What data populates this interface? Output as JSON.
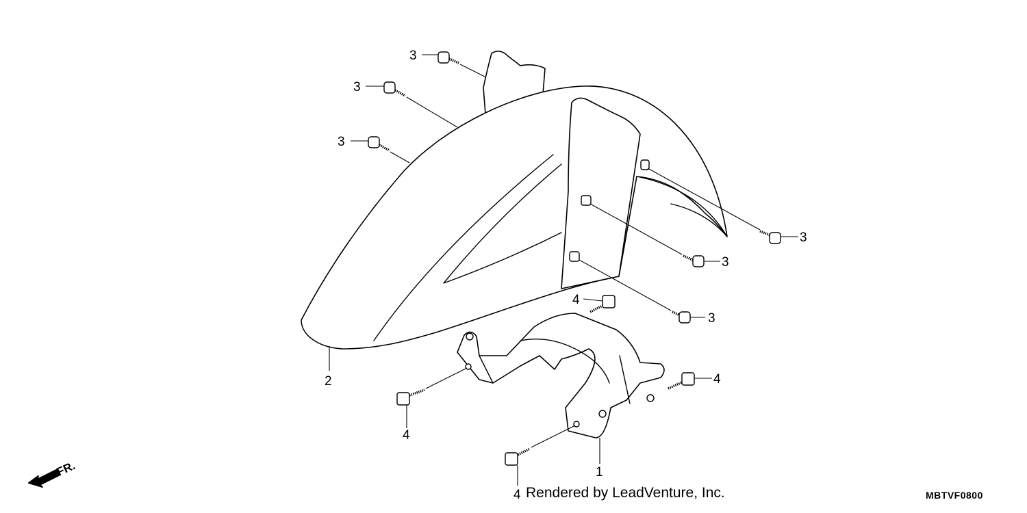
{
  "diagram": {
    "parts": [
      {
        "ref": "1",
        "name": "front-fender-stay"
      },
      {
        "ref": "2",
        "name": "front-fender"
      },
      {
        "ref": "3",
        "name": "fender-screw"
      },
      {
        "ref": "4",
        "name": "stay-bolt"
      }
    ],
    "callouts": {
      "c1": "1",
      "c2": "2",
      "c3": [
        "3",
        "3",
        "3",
        "3",
        "3",
        "3"
      ],
      "c4": [
        "4",
        "4",
        "4",
        "4"
      ]
    },
    "direction_label": "FR.",
    "credit": "Rendered by LeadVenture, Inc.",
    "diagram_code": "MBTVF0800"
  }
}
